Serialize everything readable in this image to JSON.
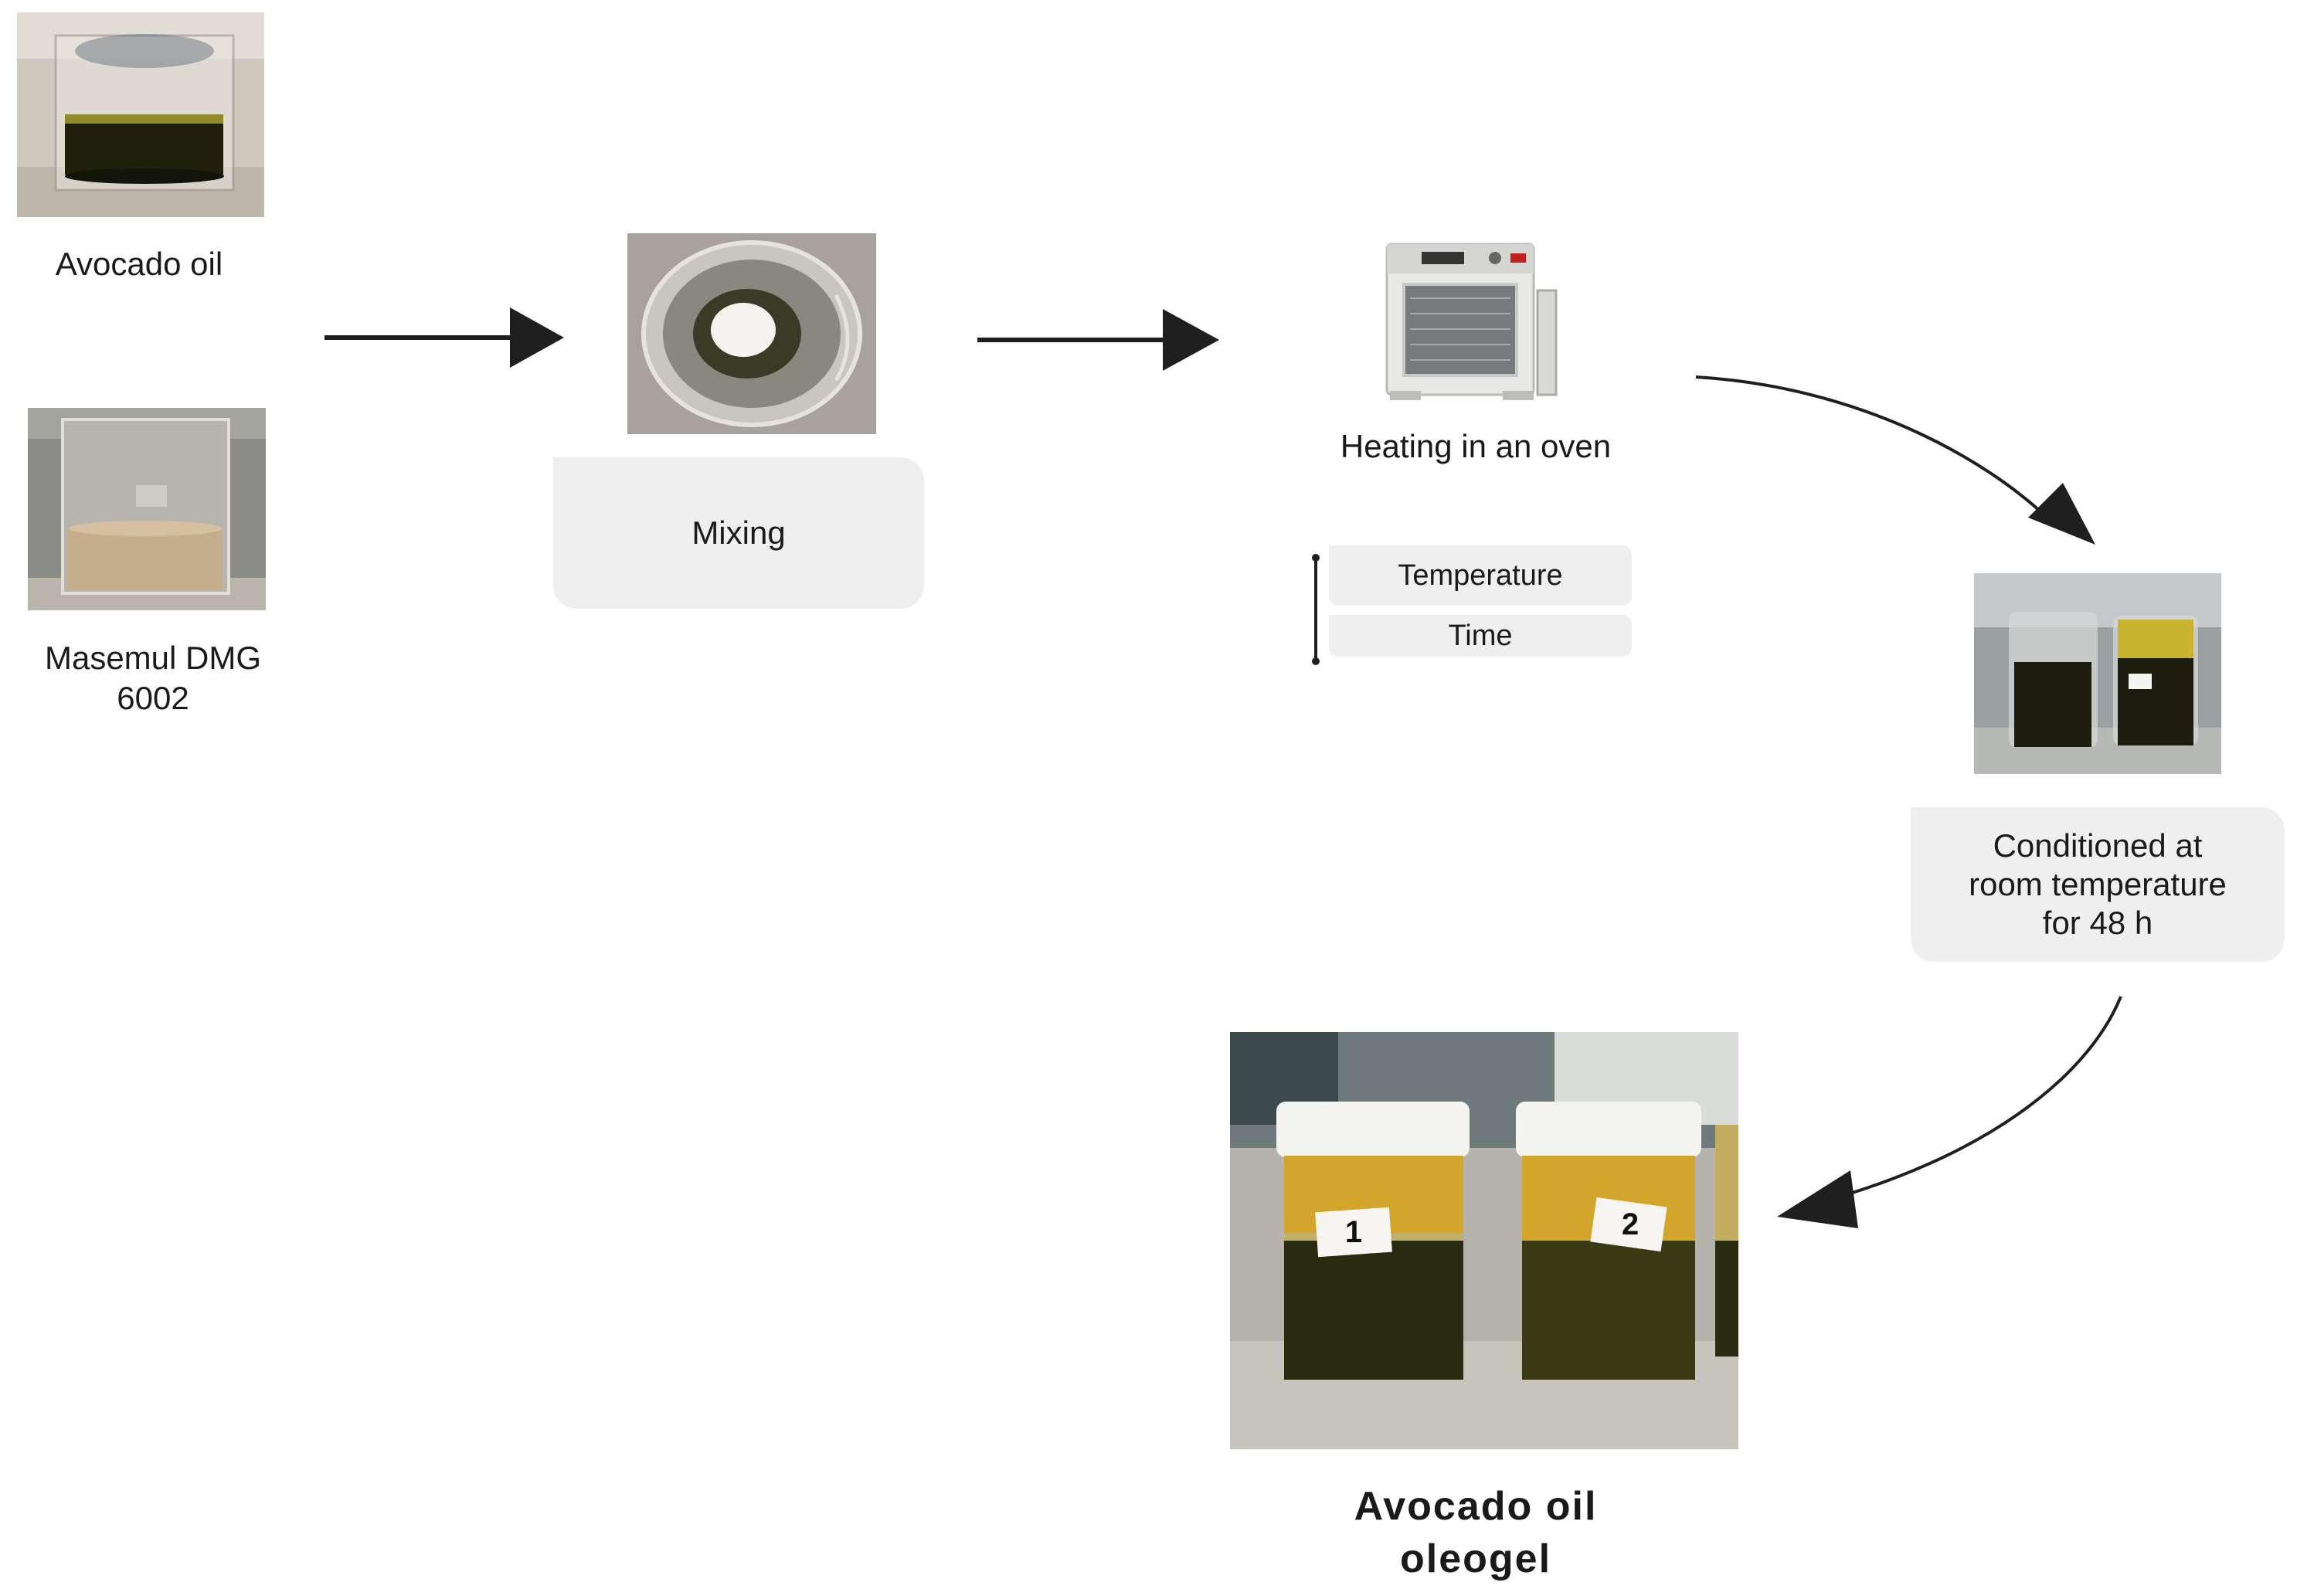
{
  "steps": {
    "avocado_oil": {
      "label": "Avocado oil"
    },
    "masemul": {
      "label_line1": "Masemul DMG",
      "label_line2": "6002"
    },
    "mixing": {
      "label": "Mixing"
    },
    "oven": {
      "label": "Heating in an oven",
      "params": [
        "Temperature",
        "Time"
      ]
    },
    "conditioning": {
      "line1": "Conditioned at",
      "line2": "room temperature",
      "line3": "for 48 h"
    },
    "final": {
      "line1": "Avocado oil",
      "line2": "oleogel",
      "jar_labels": [
        "1",
        "2"
      ]
    }
  },
  "colors": {
    "card_bg": "#efefef",
    "arrow": "#1f1f1f",
    "oil_dark": "#2a2a10",
    "oleogel_yellow": "#d8a21c"
  }
}
